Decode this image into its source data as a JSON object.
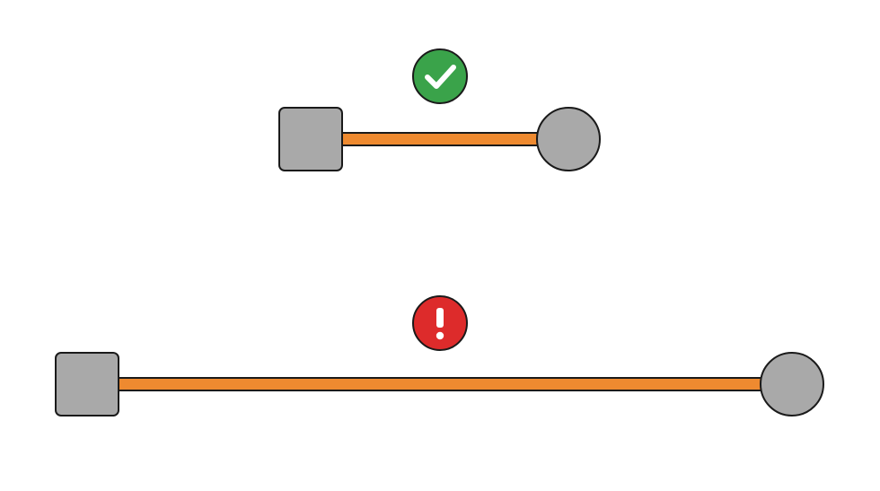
{
  "colors": {
    "background": "#ffffff",
    "node_fill": "#a9a9a9",
    "outline": "#1a1a1a",
    "cable": "#ee8a30",
    "ok_badge": "#3aa34a",
    "warn_badge": "#dd2b2b",
    "badge_glyph": "#ffffff"
  },
  "diagram": {
    "top_row": {
      "status": "ok",
      "badge_icon": "check-icon",
      "start_node": "square",
      "end_node": "circle",
      "link": "short"
    },
    "bottom_row": {
      "status": "warning",
      "badge_icon": "exclamation-icon",
      "start_node": "square",
      "end_node": "circle",
      "link": "long"
    }
  }
}
